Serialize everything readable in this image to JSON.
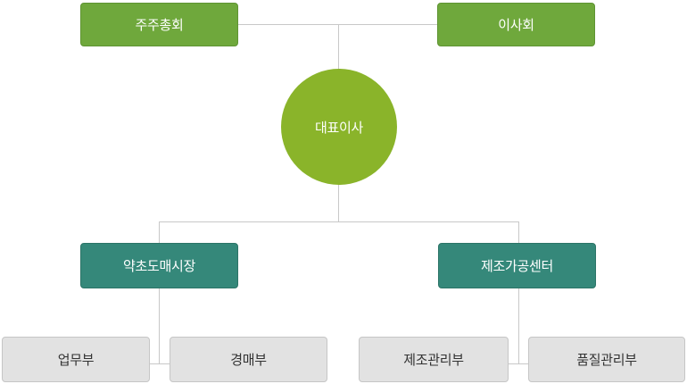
{
  "org": {
    "shareholders": "주주총회",
    "board": "이사회",
    "ceo": "대표이사",
    "division_left": "약초도매시장",
    "division_right": "제조가공센터",
    "dept_business": "업무부",
    "dept_management": "경매부",
    "dept_manufacturing": "제조관리부",
    "dept_quality": "품질관리부"
  }
}
